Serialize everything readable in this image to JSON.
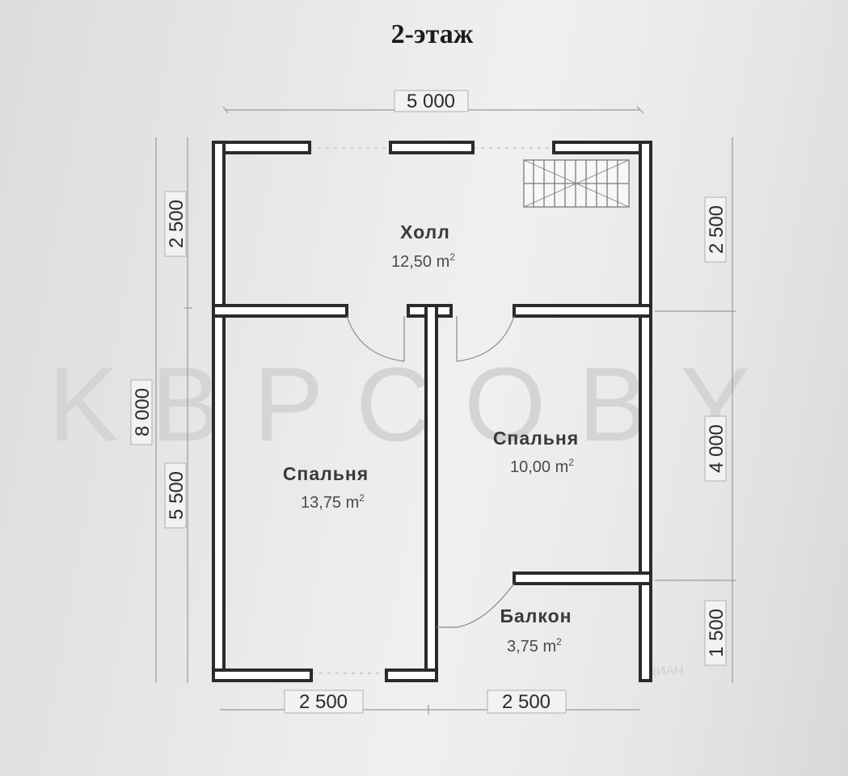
{
  "title": "2-этаж",
  "rooms": {
    "hall": {
      "name": "Холл",
      "area": "12,50 m",
      "area_sup": "2"
    },
    "bedroom_left": {
      "name": "Спальня",
      "area": "13,75 m",
      "area_sup": "2"
    },
    "bedroom_right": {
      "name": "Спальня",
      "area": "10,00 m",
      "area_sup": "2"
    },
    "balcony": {
      "name": "Балкон",
      "area": "3,75 m",
      "area_sup": "2"
    }
  },
  "dimensions": {
    "top": "5 000",
    "left_total": "8 000",
    "left_upper": "2 500",
    "left_lower": "5 500",
    "right_upper": "2 500",
    "right_middle": "4 000",
    "right_lower": "1 500",
    "bottom_left": "2 500",
    "bottom_right": "2 500"
  },
  "watermark": {
    "main": "KBPCOBY",
    "corner": "ЦИАН"
  },
  "colors": {
    "wall_stroke": "#2b2b2b",
    "wall_fill": "#ffffff",
    "text": "#3a3a3a"
  }
}
